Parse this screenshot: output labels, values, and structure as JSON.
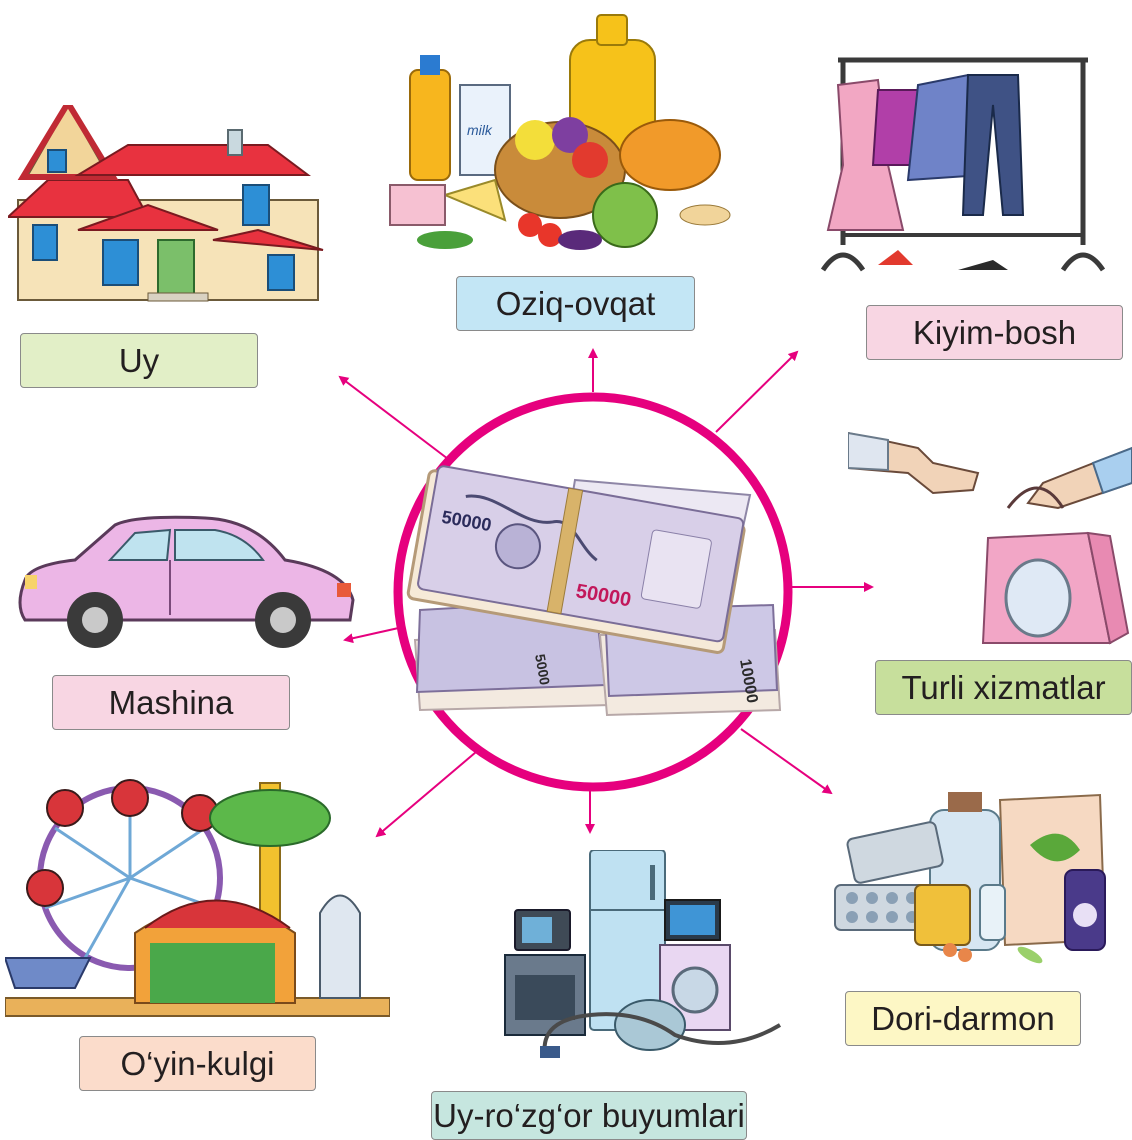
{
  "center": {
    "icon": "money-stack-icon",
    "ring_color": "#e6007e",
    "banknote_value": "50000"
  },
  "arrow_color": "#e6007e",
  "categories": [
    {
      "id": "uy",
      "label": "Uy",
      "icon": "house-icon",
      "color": "#e2efc7"
    },
    {
      "id": "oziq",
      "label": "Oziq-ovqat",
      "icon": "groceries-icon",
      "color": "#c3e6f5"
    },
    {
      "id": "kiyim",
      "label": "Kiyim-bosh",
      "icon": "clothes-rack-icon",
      "color": "#f8d6e3"
    },
    {
      "id": "xizmat",
      "label": "Turli xizmatlar",
      "icon": "shopping-service-icon",
      "color": "#c7df9c"
    },
    {
      "id": "dori",
      "label": "Dori-darmon",
      "icon": "medicine-icon",
      "color": "#fdf7c5"
    },
    {
      "id": "buyum",
      "label": "Uy-ro‘zg‘or buyumlari",
      "icon": "appliances-icon",
      "color": "#c6e6df"
    },
    {
      "id": "oyin",
      "label": "O‘yin-kulgi",
      "icon": "amusement-park-icon",
      "color": "#fbdccb"
    },
    {
      "id": "mashina",
      "label": "Mashina",
      "icon": "car-icon",
      "color": "#f8d6e3"
    }
  ]
}
